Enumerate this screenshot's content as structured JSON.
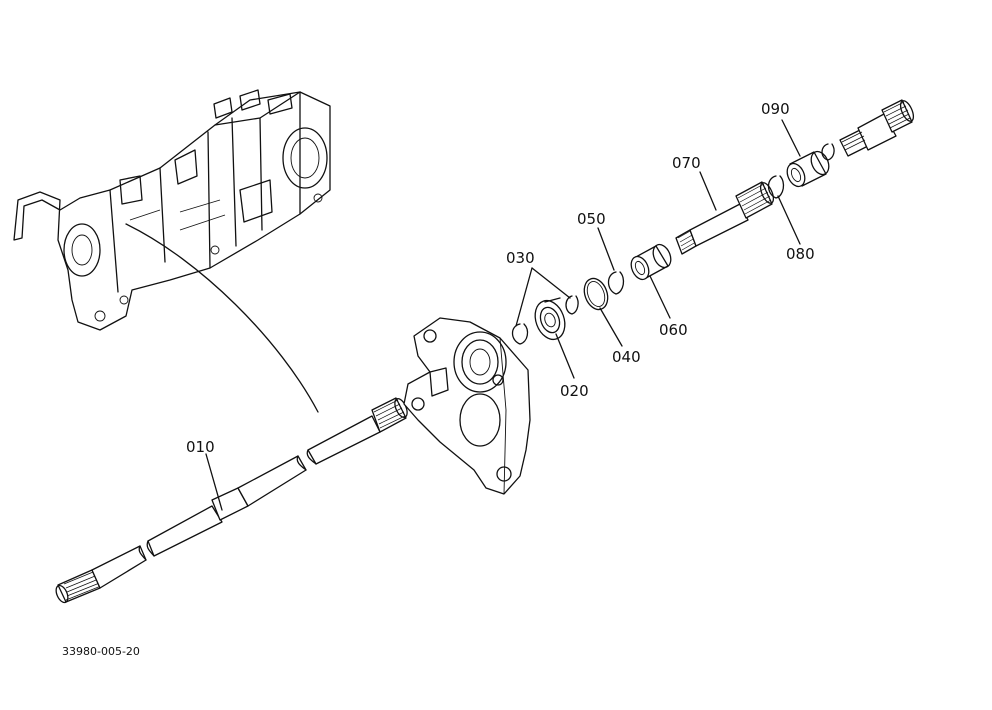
{
  "diagram": {
    "callouts": {
      "p010": "010",
      "p020": "020",
      "p030": "030",
      "p040": "040",
      "p050": "050",
      "p060": "060",
      "p070": "070",
      "p080": "080",
      "p090": "090"
    },
    "drawing_code": "33980-005-20"
  }
}
